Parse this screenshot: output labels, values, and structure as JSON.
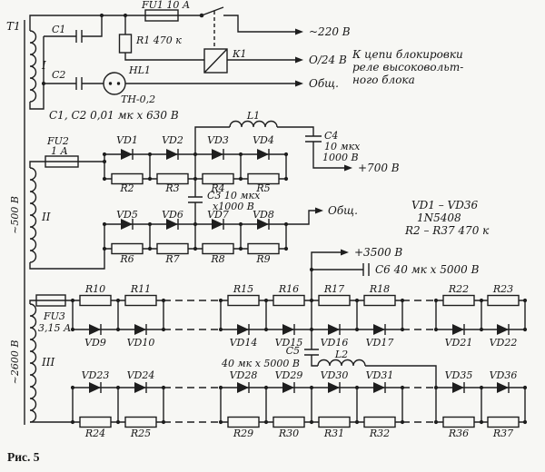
{
  "figure": {
    "caption": "Рис. 5"
  },
  "colors": {
    "ink": "#1e1e1e",
    "paper": "#f7f7f4"
  },
  "transformer": {
    "name": "Т1",
    "windings": {
      "primary": "I",
      "mid": "II",
      "hv": "III"
    },
    "voltages": {
      "mid": "~500 В",
      "hv": "~2600 В"
    }
  },
  "top": {
    "fu1": "FU1 10 А",
    "r1": "R1 470 к",
    "k1": "К1",
    "c1": "С1",
    "c2": "С2",
    "hl1": "HL1",
    "hl1_type": "ТН-0,2",
    "out_mains": "~220 В",
    "out_relay": "О/24 В",
    "out_common": "Общ.",
    "note_line1": "К цепи блокировки",
    "note_line2": "реле высоковольт-",
    "note_line3": "ного блока",
    "cap_note": "С1, С2  0,01 мк х 630 В"
  },
  "mid": {
    "fu2": "FU2",
    "fu2_rating": "1 А",
    "l1": "L1",
    "c3_line1": "С3  10 мкх",
    "c3_line2": "х1000 В",
    "c4": "С4",
    "c4_value": "10 мкх",
    "c4_voltage": "1000 В",
    "out_700": "+700 В",
    "out_common": "Общ.",
    "diodes": [
      "VD1",
      "VD2",
      "VD3",
      "VD4",
      "VD5",
      "VD6",
      "VD7",
      "VD8"
    ],
    "resistors": [
      "R2",
      "R3",
      "R4",
      "R5",
      "R6",
      "R7",
      "R8",
      "R9"
    ],
    "note_line1": "VD1 – VD36",
    "note_line2": "1N5408",
    "note_line3": "R2 – R37  470 к"
  },
  "hv": {
    "fu3": "FU3",
    "fu3_rating": "3,15 А",
    "l2": "L2",
    "c5": "С5",
    "c5_value": "40 мк х 5000 В",
    "c6_label": "С6  40 мк х 5000 В",
    "out_3500": "+3500 В",
    "res_top": [
      "R10",
      "R11",
      "R15",
      "R16",
      "R17",
      "R18",
      "R22",
      "R23"
    ],
    "diodes_top": [
      "VD9",
      "VD10",
      "VD14",
      "VD15",
      "VD16",
      "VD17",
      "VD21",
      "VD22"
    ],
    "diodes_bottom": [
      "VD23",
      "VD24",
      "VD28",
      "VD29",
      "VD30",
      "VD31",
      "VD35",
      "VD36"
    ],
    "res_bottom": [
      "R24",
      "R25",
      "R29",
      "R30",
      "R31",
      "R32",
      "R36",
      "R37"
    ]
  }
}
